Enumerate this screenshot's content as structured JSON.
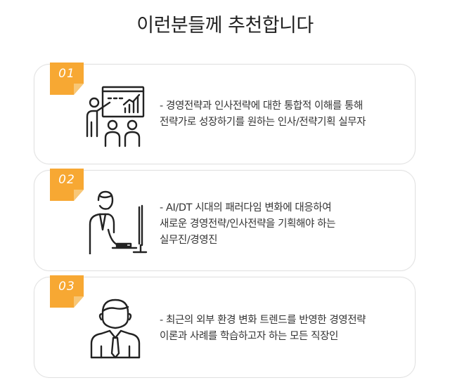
{
  "title": "이런분들께 추천합니다",
  "colors": {
    "badge": "#f7a833",
    "badge_fold": "#f8c777",
    "border": "#e1e1e1",
    "icon": "#222222"
  },
  "cards": [
    {
      "number": "01",
      "icon": "presenter-chart-audience-icon",
      "lines": [
        "- 경영전략과 인사전략에 대한 통합적 이해를 통해",
        "전략가로 성장하기를 원하는 인사/전략기획 실무자"
      ]
    },
    {
      "number": "02",
      "icon": "person-at-computer-icon",
      "lines": [
        "- AI/DT 시대의 패러다임 변화에 대응하여",
        "새로운 경영전략/인사전략을 기획해야 하는",
        "실무진/경영진"
      ]
    },
    {
      "number": "03",
      "icon": "businessman-tie-icon",
      "lines": [
        "- 최근의 외부 환경 변화 트렌드를 반영한 경영전략",
        "이론과 사례를 학습하고자 하는 모든 직장인"
      ]
    }
  ]
}
